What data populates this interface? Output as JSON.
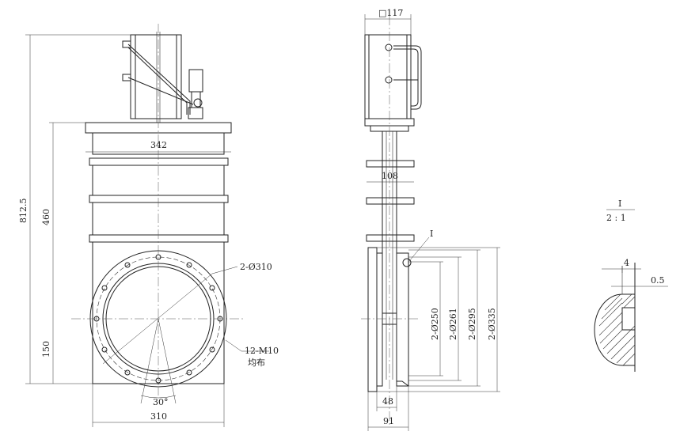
{
  "front_view": {
    "dim_width_top": "342",
    "dim_total_height": "812.5",
    "dim_body_height": "460",
    "dim_lower_height": "150",
    "dim_bore": "2-Ø310",
    "dim_bolts": "12-M10",
    "dim_bolts_note": "均布",
    "dim_angle": "30°",
    "dim_width_bottom": "310"
  },
  "side_view": {
    "dim_actuator": "□117",
    "dim_stem_width": "108",
    "detail_marker": "I",
    "dim_d250": "2-Ø250",
    "dim_d261": "2-Ø261",
    "dim_d295": "2-Ø295",
    "dim_d335": "2-Ø335",
    "dim_48": "48",
    "dim_91": "91"
  },
  "detail_view": {
    "label": "I",
    "scale": "2 : 1",
    "dim_4": "4",
    "dim_05": "0.5"
  }
}
